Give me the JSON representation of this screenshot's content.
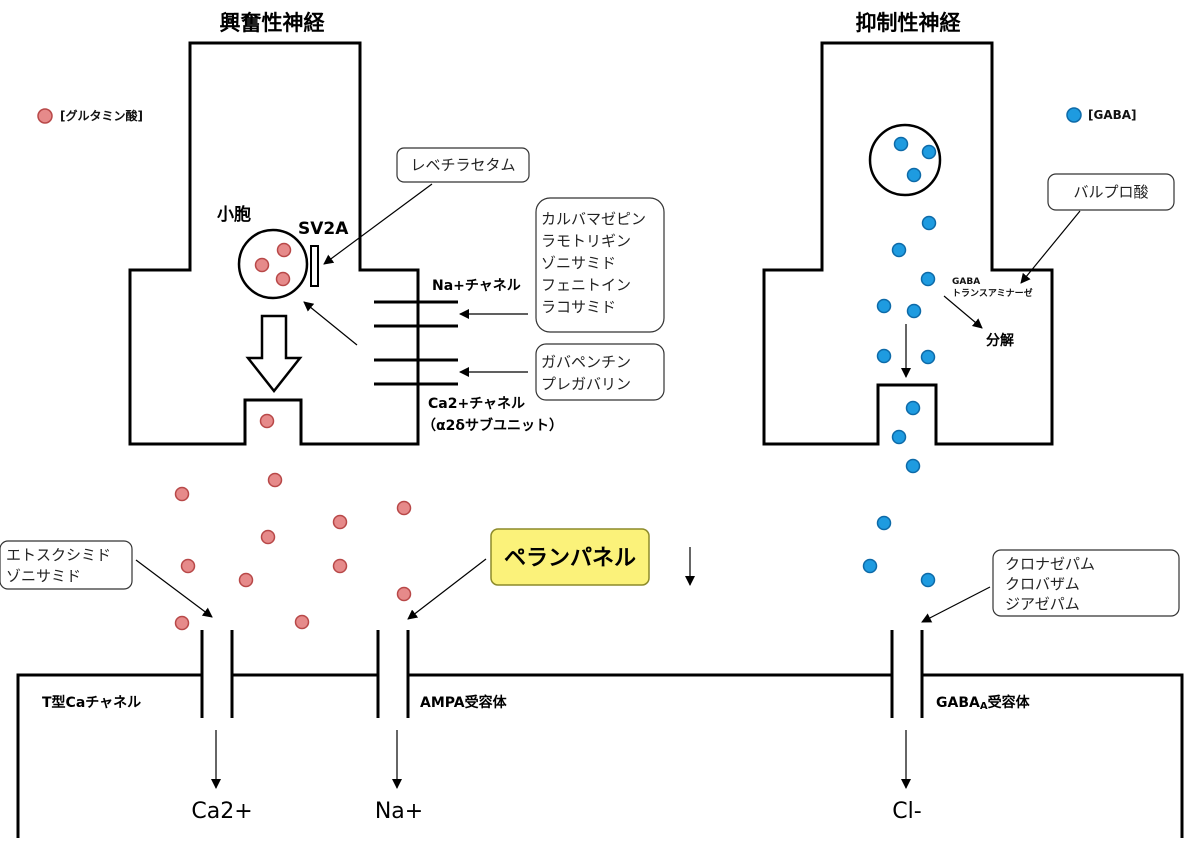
{
  "titles": {
    "excitatory": "興奮性神経",
    "inhibitory": "抑制性神経"
  },
  "legend": {
    "glutamate": "[グルタミン酸]",
    "gaba": "[GABA]"
  },
  "excitatory": {
    "vesicle_label": "小胞",
    "sv2a_label": "SV2A",
    "na_channel_label": "Na+チャネル",
    "ca_channel_label_1": "Ca2+チャネル",
    "ca_channel_label_2": "（α2δサブユニット）"
  },
  "drugs": {
    "levetiracetam": "レベチラセタム",
    "na_blockers": [
      "カルバマゼピン",
      "ラモトリギン",
      "ゾニサミド",
      "フェニトイン",
      "ラコサミド"
    ],
    "ca_a2d": [
      "ガバペンチン",
      "プレガバリン"
    ],
    "t_type": [
      "エトスクシミド",
      "ゾニサミド"
    ],
    "perampanel": "ペランパネル",
    "valproate": "バルプロ酸",
    "benzodiazepines": [
      "クロナゼパム",
      "クロバザム",
      "ジアゼパム"
    ]
  },
  "inhibitory": {
    "gaba_t_1": "GABA",
    "gaba_t_2": "トランスアミナーゼ",
    "degradation": "分解"
  },
  "receptors": {
    "t_type_ca": "T型Caチャネル",
    "ampa": "AMPA受容体",
    "gaba_a_pre": "GABA",
    "gaba_a_sub": "A",
    "gaba_a_post": "受容体"
  },
  "ions": {
    "ca": "Ca2+",
    "na": "Na+",
    "cl": "Cl-"
  },
  "colors": {
    "glutamate_fill": "#e68a8a",
    "glutamate_stroke": "#b84848",
    "gaba_fill": "#1e9be0",
    "gaba_stroke": "#0d6aa8",
    "highlight_fill": "#fbf27a",
    "highlight_stroke": "#8c8a2a"
  }
}
